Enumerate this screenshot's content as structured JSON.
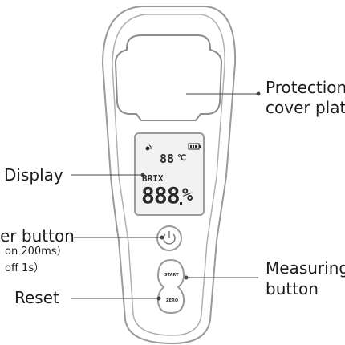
{
  "labels": {
    "protection_line1": "Protection",
    "protection_line2": "cover plat",
    "display": "Display",
    "power": "er button",
    "power_note1": "on 200ms）",
    "power_note2": "off 1s）",
    "measuring_line1": "Measuring",
    "measuring_line2": "button",
    "reset": "Reset"
  },
  "lcd": {
    "temperature": "88",
    "temp_unit": "℃",
    "mode": "BRIX",
    "reading": "888",
    "percent": "%"
  },
  "buttons": {
    "start": "START",
    "zero": "ZERO"
  },
  "icons": {
    "power": "power-icon",
    "battery": "battery-icon",
    "signal": "signal-icon"
  },
  "colors": {
    "outline": "#9a9a9a",
    "lcd_bg": "#f2f2f2",
    "leader": "#444444",
    "text": "#1c1c1c"
  }
}
